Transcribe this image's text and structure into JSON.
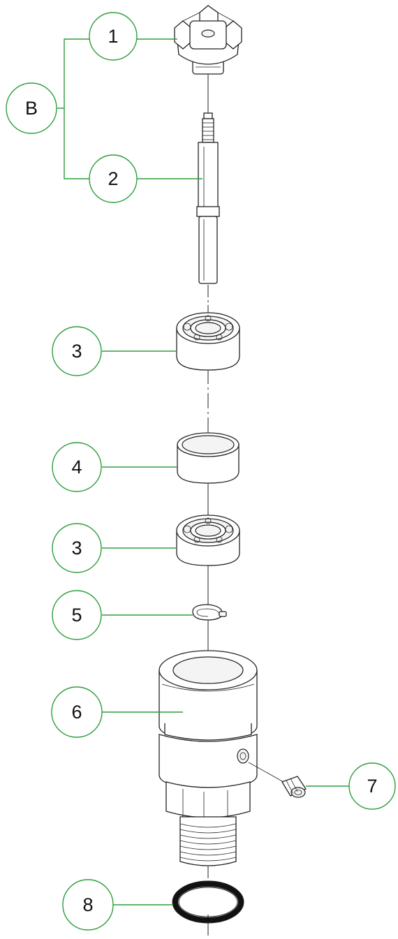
{
  "diagram": {
    "callouts": [
      {
        "id": "B",
        "label": "B"
      },
      {
        "id": "1",
        "label": "1"
      },
      {
        "id": "2",
        "label": "2"
      },
      {
        "id": "3a",
        "label": "3"
      },
      {
        "id": "4",
        "label": "4"
      },
      {
        "id": "3b",
        "label": "3"
      },
      {
        "id": "5",
        "label": "5"
      },
      {
        "id": "6",
        "label": "6"
      },
      {
        "id": "7",
        "label": "7"
      },
      {
        "id": "8",
        "label": "8"
      }
    ],
    "colors": {
      "callout_stroke": "#2e9e3c",
      "part_stroke": "#222222",
      "background": "#ffffff"
    }
  }
}
